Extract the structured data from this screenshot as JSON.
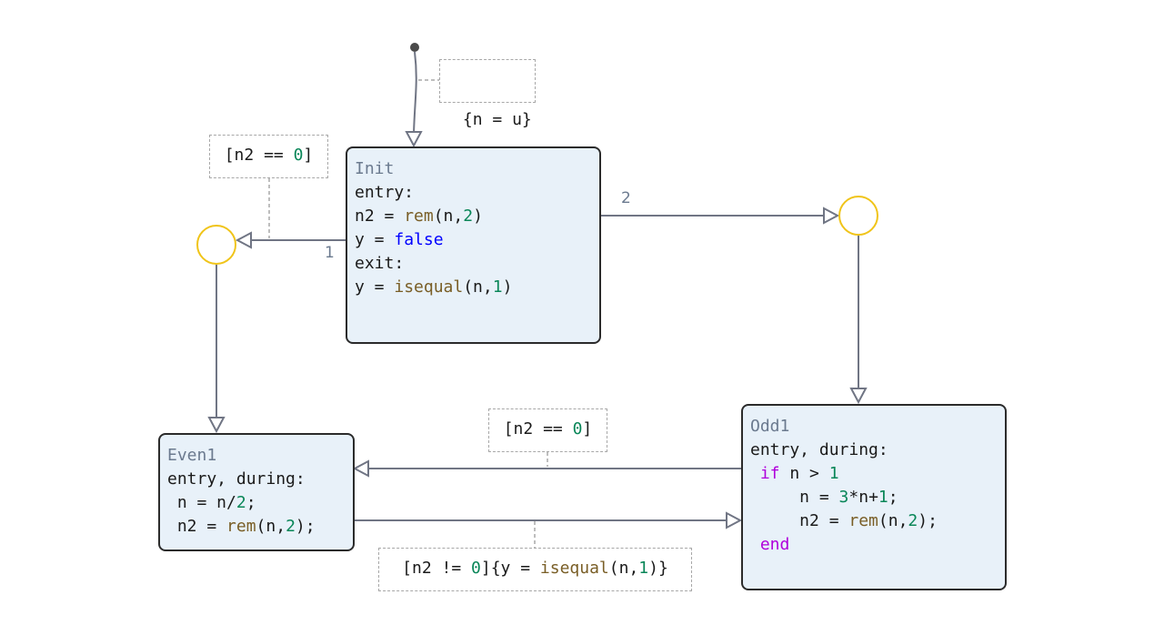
{
  "colors": {
    "state_fill": "#e8f1f9",
    "state_border": "#2b2b2b",
    "transition": "#707584",
    "junction": "#f0c419",
    "number": "#098658",
    "function": "#795e26",
    "keyword": "#0000ff",
    "control_keyword": "#af00db"
  },
  "default_transition": {
    "label": "{n = u}"
  },
  "states": {
    "init": {
      "name": "Init",
      "entry": "entry:",
      "n2_lhs": "n2 = ",
      "n2_fn": "rem",
      "n2_open": "(n,",
      "n2_num": "2",
      "n2_close": ")",
      "y_lhs": "y = ",
      "y_val": "false",
      "exit": "exit:",
      "exit_lhs": "y = ",
      "exit_fn": "isequal",
      "exit_open": "(n,",
      "exit_num": "1",
      "exit_close": ")"
    },
    "even1": {
      "name": "Even1",
      "entry": "entry, during:",
      "l1_a": " n = n/",
      "l1_num": "2",
      "l1_b": ";",
      "l2_a": " n2 = ",
      "l2_fn": "rem",
      "l2_b": "(n,",
      "l2_num": "2",
      "l2_c": ");"
    },
    "odd1": {
      "name": "Odd1",
      "entry": "entry, during:",
      "if_kw": " if",
      "if_a": " n > ",
      "if_num": "1",
      "l1_a": "     n = ",
      "l1_num1": "3",
      "l1_b": "*n+",
      "l1_num2": "1",
      "l1_c": ";",
      "l2_a": "     n2 = ",
      "l2_fn": "rem",
      "l2_b": "(n,",
      "l2_num": "2",
      "l2_c": ");",
      "end_kw": " end"
    }
  },
  "transitions": {
    "init_to_left_junction": {
      "order": "1",
      "cond_open": "[n2 == ",
      "cond_num": "0",
      "cond_close": "]"
    },
    "init_to_right_junction": {
      "order": "2"
    },
    "odd_to_even": {
      "cond_open": "[n2 == ",
      "cond_num": "0",
      "cond_close": "]"
    },
    "even_to_odd": {
      "c_open": "[n2 != ",
      "c_num": "0",
      "c_mid": "]{y = ",
      "c_fn": "isequal",
      "c_args": "(n,",
      "c_num2": "1",
      "c_close": ")}"
    }
  }
}
